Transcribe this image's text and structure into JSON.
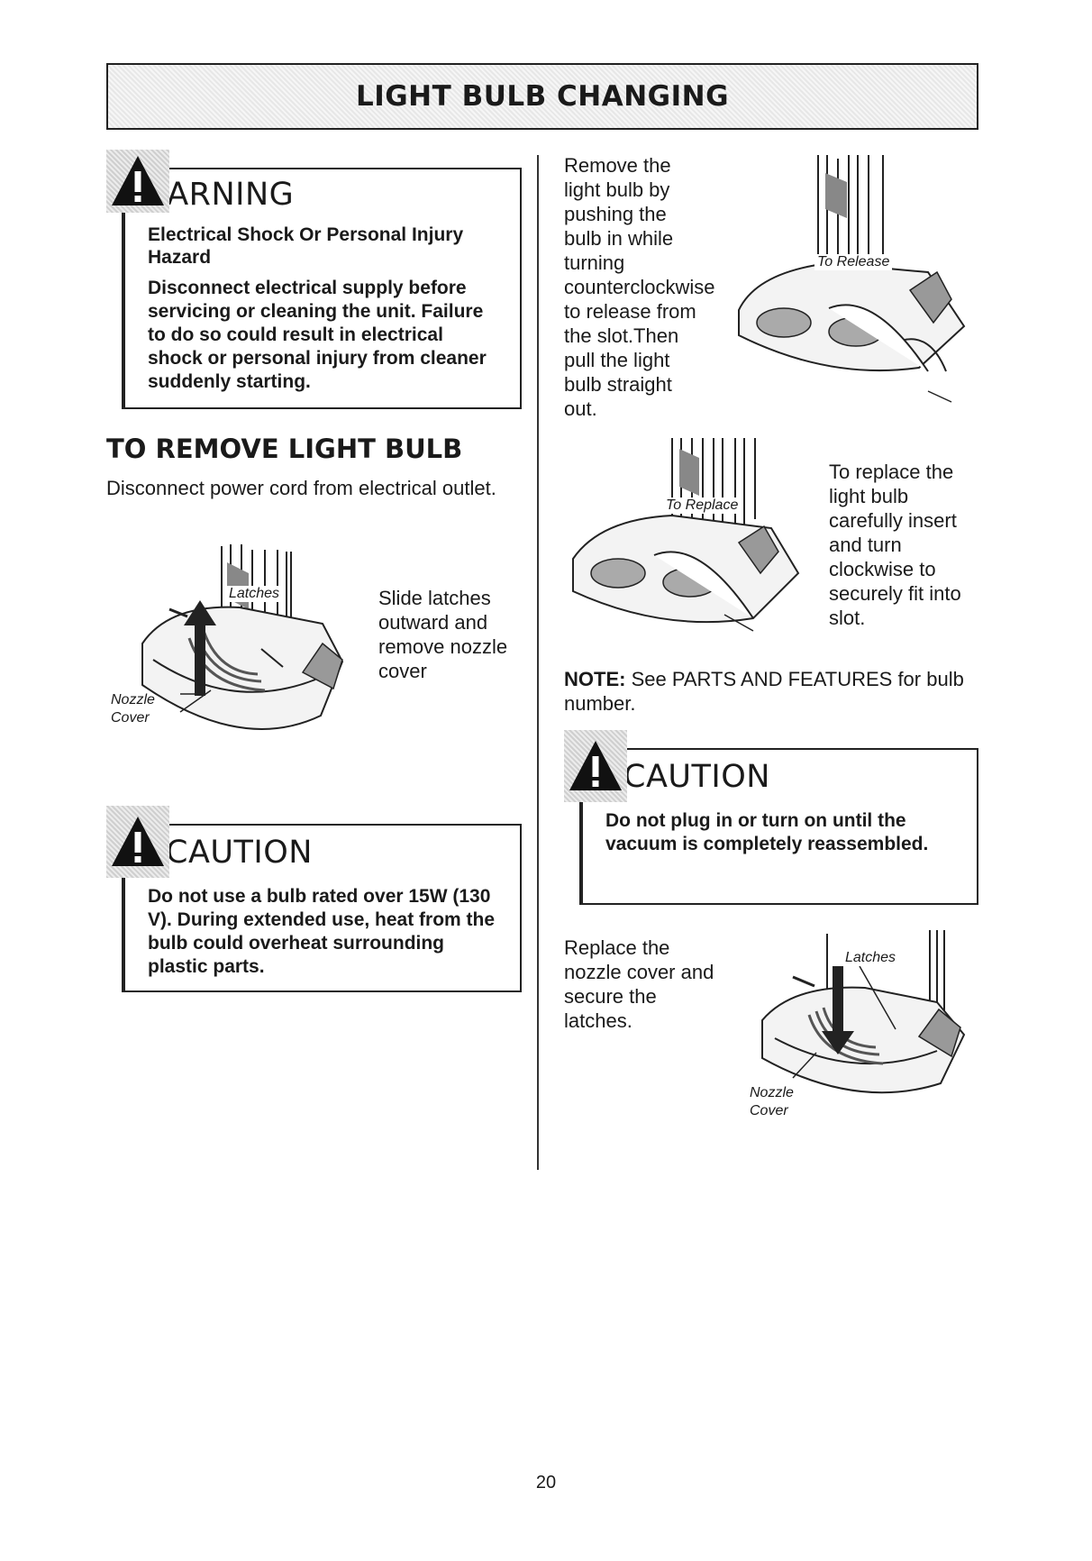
{
  "header": {
    "title": "LIGHT BULB CHANGING"
  },
  "warning": {
    "title": "WARNING",
    "subtitle": "Electrical Shock Or Personal Injury Hazard",
    "body": "Disconnect electrical supply before servicing or cleaning the unit. Failure to do so could result in electrical shock or personal injury from cleaner suddenly starting.",
    "icon": "warning-triangle-icon"
  },
  "remove": {
    "heading": "TO REMOVE LIGHT BULB",
    "intro": "Disconnect power cord from electrical outlet.",
    "slide_text": "Slide latches outward and remove nozzle cover",
    "figure_labels": {
      "latches": "Latches",
      "nozzle": "Nozzle",
      "cover": "Cover"
    }
  },
  "caution_left": {
    "title": "CAUTION",
    "body": "Do not use a bulb rated over 15W (130 V). During extended use, heat from the bulb could overheat surrounding plastic parts."
  },
  "release": {
    "text": "Remove the light bulb by pushing the bulb in while turning counterclockwise to release from the slot.Then pull the light bulb straight out.",
    "label": "To Release"
  },
  "replace": {
    "label": "To Replace",
    "text": "To replace the light bulb carefully insert and turn clockwise to securely fit into slot."
  },
  "note": {
    "prefix": "NOTE:",
    "text": "See PARTS AND FEATURES for bulb number."
  },
  "caution_right": {
    "title": "CAUTION",
    "body": "Do not plug in or turn on until the vacuum is completely reassembled."
  },
  "reassemble": {
    "text": "Replace the nozzle cover and secure the latches.",
    "figure_labels": {
      "latches": "Latches",
      "nozzle": "Nozzle",
      "cover": "Cover"
    }
  },
  "footer": {
    "page_number": "20"
  }
}
